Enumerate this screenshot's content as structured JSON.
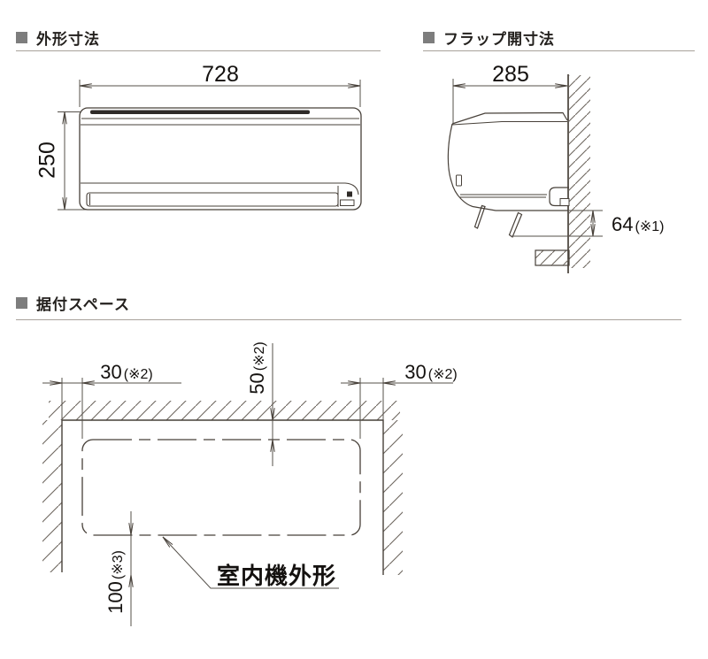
{
  "sections": {
    "outline": {
      "title": "外形寸法"
    },
    "flap": {
      "title": "フラップ開寸法"
    },
    "install": {
      "title": "据付スペース"
    }
  },
  "front_view": {
    "width": {
      "value": "728"
    },
    "height": {
      "value": "250"
    }
  },
  "side_view": {
    "depth": {
      "value": "285"
    },
    "flap_open": {
      "value": "64",
      "note": "(※1)"
    }
  },
  "install_space": {
    "left": {
      "value": "30",
      "note": "(※2)"
    },
    "top": {
      "value": "50",
      "note": "(※2)"
    },
    "right": {
      "value": "30",
      "note": "(※2)"
    },
    "bottom": {
      "value": "100",
      "note": "(※3)"
    },
    "unit_label": "室内機外形"
  },
  "colors": {
    "line": "#474039",
    "hatch": "#6e675f",
    "text": "#14110f",
    "bullet": "#7d7d7d",
    "rule": "#a8a29b",
    "grille": "#2f2b28"
  }
}
